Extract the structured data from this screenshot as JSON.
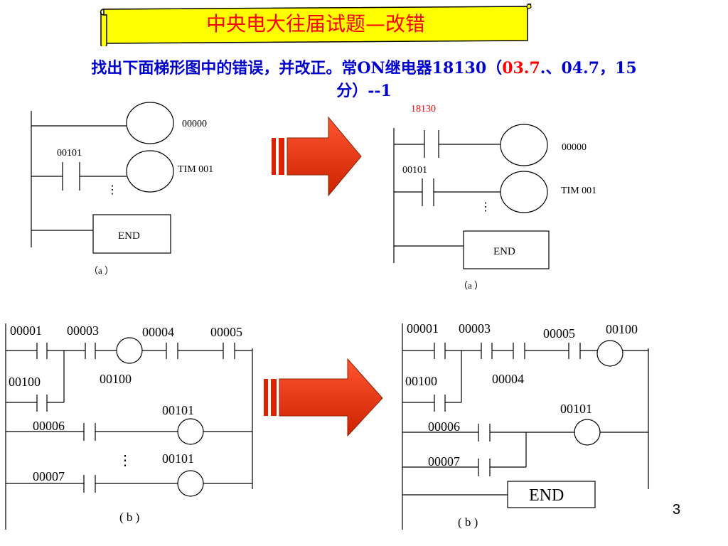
{
  "title": "中央电大往届试题—改错",
  "question": {
    "text_before": "找出下面梯形图中的错误，并改正。常ON继电器18130（",
    "red_part": "03.7",
    "text_middle": ".、04.7，15",
    "line2": "分）--1"
  },
  "diagram_a_left": {
    "coil1": "00000",
    "contact": "00101",
    "coil2": "TIM 001",
    "dots": "⋮",
    "end": "END",
    "caption": "（a ）"
  },
  "diagram_a_right": {
    "contact_red": "18130",
    "coil1": "00000",
    "contact": "00101",
    "coil2": "TIM 001",
    "dots": "⋮",
    "end": "END",
    "caption": "（a ）"
  },
  "diagram_b_left": {
    "c1": "00001",
    "c3": "00003",
    "c4": "00004",
    "c5": "00005",
    "c100": "00100",
    "coil100": "00100",
    "c6": "00006",
    "coil101a": "00101",
    "dots": "⋮",
    "coil101b": "00101",
    "c7": "00007",
    "caption": "( b )"
  },
  "diagram_b_right": {
    "c1": "00001",
    "c3": "00003",
    "c5": "00005",
    "coil100": "00100",
    "c100": "00100",
    "c4": "00004",
    "coil101": "00101",
    "c6": "00006",
    "c7": "00007",
    "end": "END",
    "caption": "( b )"
  },
  "page_number": "3",
  "colors": {
    "title_red": "#ff0000",
    "question_blue": "#0000cc",
    "banner_yellow": "#ffff00",
    "arrow_red": "#ee3311"
  }
}
